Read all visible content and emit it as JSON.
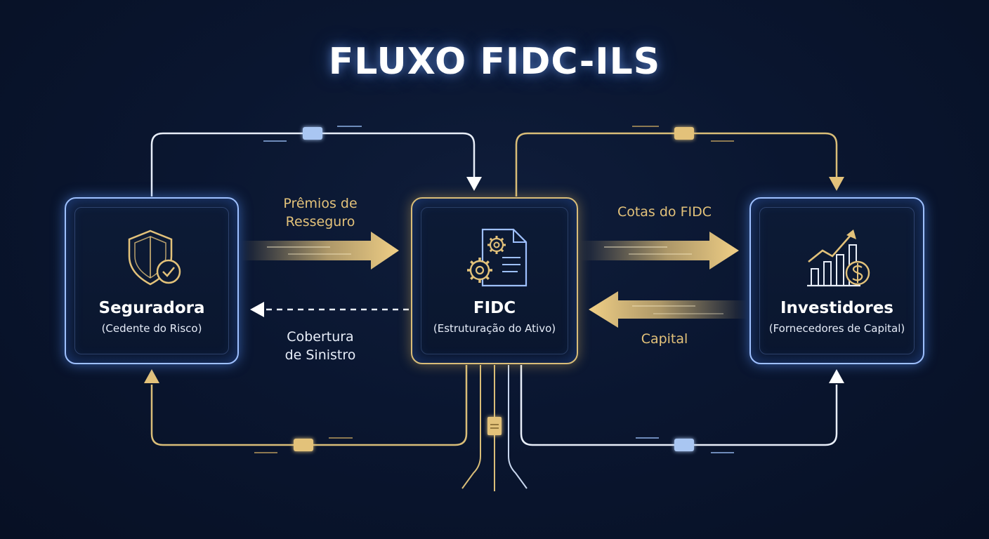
{
  "title": "FLUXO FIDC-ILS",
  "nodes": {
    "seguradora": {
      "title": "Seguradora",
      "subtitle": "(Cedente do Risco)"
    },
    "fidc": {
      "title": "FIDC",
      "subtitle": "(Estruturação do Ativo)"
    },
    "investidores": {
      "title": "Investidores",
      "subtitle": "(Fornecedores de Capital)"
    }
  },
  "flows": {
    "premios": {
      "line1": "Prêmios de",
      "line2": "Resseguro"
    },
    "cobertura": {
      "line1": "Cobertura",
      "line2": "de Sinistro"
    },
    "cotas": "Cotas do FIDC",
    "capital": "Capital"
  },
  "colors": {
    "gold": "#e3c27a",
    "blue_outline": "#9ec0ff",
    "background": "#0a1630",
    "white_line": "#e8eef9"
  },
  "icons": {
    "seguradora": "shield-check-icon",
    "fidc": "document-gears-icon",
    "investidores": "growth-chart-dollar-icon"
  }
}
